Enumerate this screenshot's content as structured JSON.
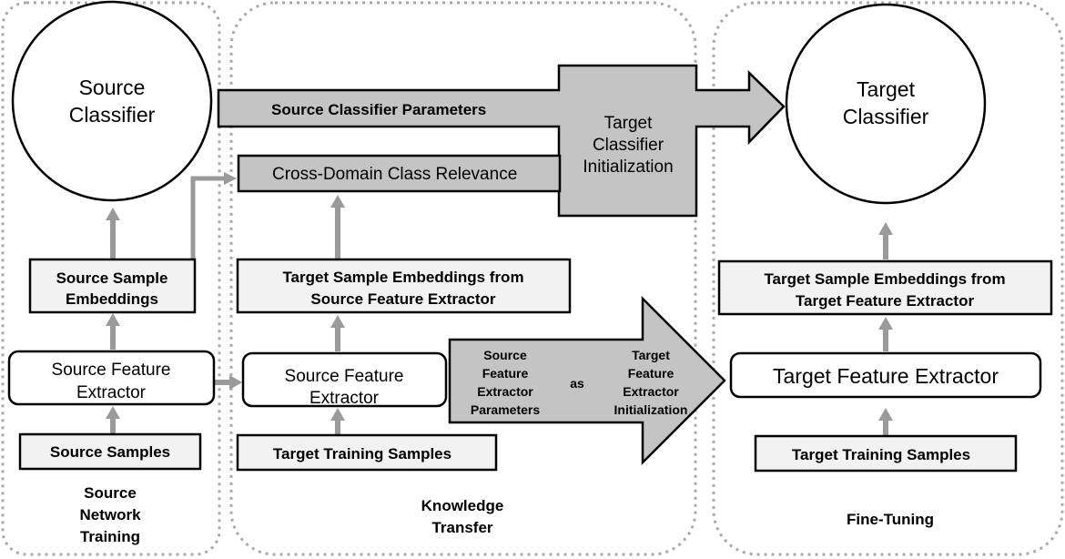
{
  "sections": {
    "source_training": "Source Network Training",
    "knowledge_transfer": "Knowledge Transfer",
    "fine_tuning": "Fine-Tuning"
  },
  "section_label_lines": {
    "source_training": [
      "Source",
      "Network",
      "Training"
    ],
    "knowledge_transfer": [
      "Knowledge",
      "Transfer"
    ],
    "fine_tuning": [
      "Fine-Tuning"
    ]
  },
  "source": {
    "classifier": [
      "Source",
      "Classifier"
    ],
    "sample_embeddings": [
      "Source Sample",
      "Embeddings"
    ],
    "feature_extractor": [
      "Source Feature",
      "Extractor"
    ],
    "samples": "Source Samples"
  },
  "transfer": {
    "classifier_parameters": "Source Classifier Parameters",
    "class_relevance": "Cross-Domain Class Relevance",
    "classifier_initialization": [
      "Target",
      "Classifier",
      "Initialization"
    ],
    "embeddings": [
      "Target Sample Embeddings from",
      "Source Feature Extractor"
    ],
    "feature_extractor": [
      "Source Feature",
      "Extractor"
    ],
    "training_samples": "Target Training Samples",
    "fe_parameters": [
      "Source",
      "Feature",
      "Extractor",
      "Parameters"
    ],
    "fe_as": "as",
    "fe_initialization": [
      "Target",
      "Feature",
      "Extractor",
      "Initialization"
    ]
  },
  "target": {
    "classifier": [
      "Target",
      "Classifier"
    ],
    "embeddings": [
      "Target Sample Embeddings from",
      "Target Feature Extractor"
    ],
    "feature_extractor": "Target Feature Extractor",
    "training_samples": "Target Training Samples"
  },
  "colors": {
    "arrow_gray": "#9a9a9a",
    "big_arrow_fill": "#c4c4c4",
    "box_fill_light": "#f2f2f2",
    "panel_border": "#aaaaaa"
  }
}
